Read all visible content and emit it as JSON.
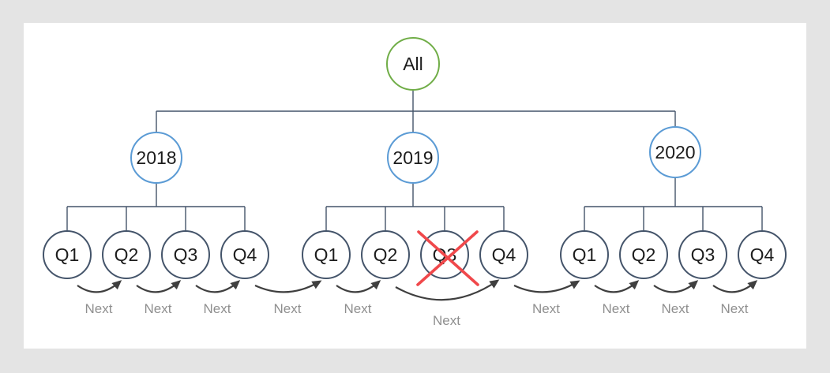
{
  "canvas": {
    "background_color": "#e4e4e4",
    "slide_color": "#ffffff"
  },
  "tree": {
    "root": {
      "label": "All",
      "color": "#70AD47"
    },
    "year_color": "#5B9BD5",
    "quarter_color": "#44546A",
    "connector_color": "#44546A",
    "crossout_color": "#F0484B",
    "years": [
      {
        "label": "2018",
        "color": "#5B9BD5",
        "quarters": [
          {
            "label": "Q1",
            "crossed_out": false
          },
          {
            "label": "Q2",
            "crossed_out": false
          },
          {
            "label": "Q3",
            "crossed_out": false
          },
          {
            "label": "Q4",
            "crossed_out": false
          }
        ]
      },
      {
        "label": "2019",
        "color": "#5B9BD5",
        "quarters": [
          {
            "label": "Q1",
            "crossed_out": false
          },
          {
            "label": "Q2",
            "crossed_out": false
          },
          {
            "label": "Q3",
            "crossed_out": true
          },
          {
            "label": "Q4",
            "crossed_out": false
          }
        ]
      },
      {
        "label": "2020",
        "color": "#5B9BD5",
        "quarters": [
          {
            "label": "Q1",
            "crossed_out": false
          },
          {
            "label": "Q2",
            "crossed_out": false
          },
          {
            "label": "Q3",
            "crossed_out": false
          },
          {
            "label": "Q4",
            "crossed_out": false
          }
        ]
      }
    ]
  },
  "arrows": {
    "color": "#3F3F3F",
    "label_color": "#8F8F8F",
    "links": [
      {
        "from": "2018-Q1",
        "to": "2018-Q2",
        "label": "Next",
        "skip": false
      },
      {
        "from": "2018-Q2",
        "to": "2018-Q3",
        "label": "Next",
        "skip": false
      },
      {
        "from": "2018-Q3",
        "to": "2018-Q4",
        "label": "Next",
        "skip": false
      },
      {
        "from": "2018-Q4",
        "to": "2019-Q1",
        "label": "Next",
        "skip": false
      },
      {
        "from": "2019-Q1",
        "to": "2019-Q2",
        "label": "Next",
        "skip": false
      },
      {
        "from": "2019-Q2",
        "to": "2019-Q4",
        "label": "Next",
        "skip": true
      },
      {
        "from": "2019-Q4",
        "to": "2020-Q1",
        "label": "Next",
        "skip": false
      },
      {
        "from": "2020-Q1",
        "to": "2020-Q2",
        "label": "Next",
        "skip": false
      },
      {
        "from": "2020-Q2",
        "to": "2020-Q3",
        "label": "Next",
        "skip": false
      },
      {
        "from": "2020-Q3",
        "to": "2020-Q4",
        "label": "Next",
        "skip": false
      }
    ]
  }
}
